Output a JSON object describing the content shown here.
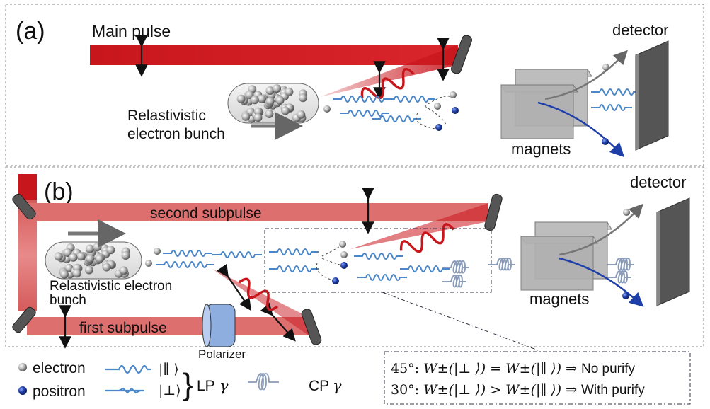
{
  "panel_a": {
    "label": "(a)",
    "main_pulse": "Main pulse",
    "bunch_label_line1": "Relastivistic",
    "bunch_label_line2": "electron bunch",
    "detector": "detector",
    "magnets": "magnets"
  },
  "panel_b": {
    "label": "(b)",
    "second_subpulse": "second subpulse",
    "first_subpulse": "first subpulse",
    "bunch_label_line1": "Relastivistic electron",
    "bunch_label_line2": "bunch",
    "polarizer": "Polarizer",
    "detector": "detector",
    "magnets": "magnets"
  },
  "legend": {
    "electron": "electron",
    "positron": "positron",
    "parallel": "|∥ ⟩",
    "perp": "|⊥⟩",
    "lp": "LP",
    "cp": "CP",
    "gamma": "γ"
  },
  "condition_box": {
    "line1_prefix": "45°: ",
    "line1_math": "W±(|⊥ ⟩) = W±(|∥ ⟩) ⇒",
    "line1_result": "No purify",
    "line2_prefix": "30°: ",
    "line2_math": "W±(|⊥ ⟩) > W±(|∥ ⟩) ⇒",
    "line2_result": "With purify"
  },
  "colors": {
    "laser": "#c8161d",
    "laser_light": "#e07070",
    "photon_blue": "#4a86c8",
    "positron": "#1f3fa8",
    "magnet": "#a8a8a8",
    "detector": "#555555"
  }
}
